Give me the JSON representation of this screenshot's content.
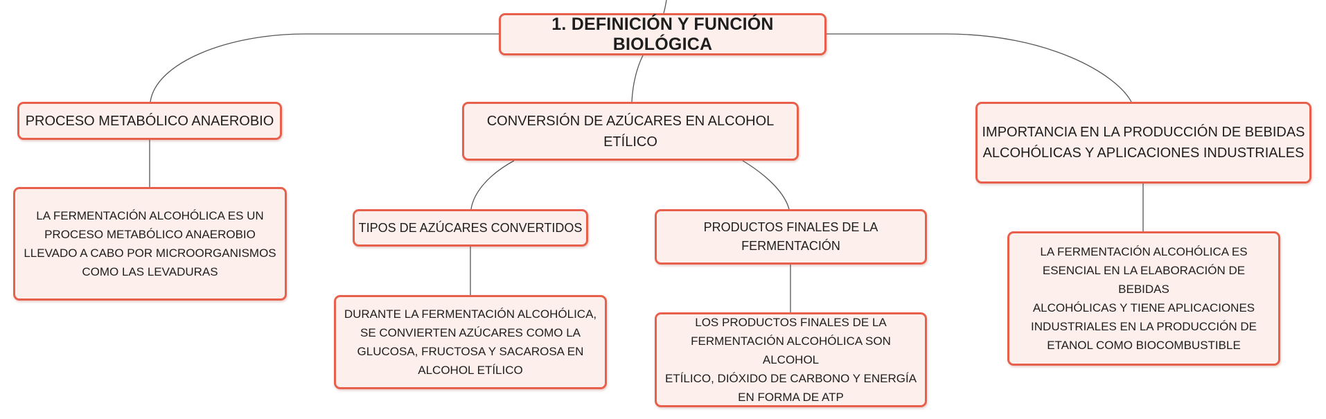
{
  "diagram": {
    "root": {
      "label": "1. DEFINICIÓN Y FUNCIÓN BIOLÓGICA"
    },
    "branches": [
      {
        "label": "PROCESO METABÓLICO ANAEROBIO",
        "detail": "LA FERMENTACIÓN ALCOHÓLICA ES UN\nPROCESO METABÓLICO ANAEROBIO\nLLEVADO A CABO POR MICROORGANISMOS\nCOMO LAS LEVADURAS"
      },
      {
        "label": "CONVERSIÓN DE AZÚCARES EN ALCOHOL ETÍLICO",
        "children": [
          {
            "label": "TIPOS DE AZÚCARES CONVERTIDOS",
            "detail": "DURANTE LA FERMENTACIÓN ALCOHÓLICA,\nSE CONVIERTEN AZÚCARES COMO LA\nGLUCOSA, FRUCTOSA Y SACAROSA EN\nALCOHOL ETÍLICO"
          },
          {
            "label": "PRODUCTOS FINALES DE LA FERMENTACIÓN",
            "detail": "LOS PRODUCTOS FINALES DE LA\nFERMENTACIÓN ALCOHÓLICA SON ALCOHOL\nETÍLICO, DIÓXIDO DE CARBONO Y ENERGÍA\nEN FORMA DE ATP"
          }
        ]
      },
      {
        "label": "IMPORTANCIA EN LA PRODUCCIÓN DE BEBIDAS\nALCOHÓLICAS Y APLICACIONES INDUSTRIALES",
        "detail": "LA FERMENTACIÓN ALCOHÓLICA ES\nESENCIAL EN LA ELABORACIÓN DE BEBIDAS\nALCOHÓLICAS Y TIENE APLICACIONES\nINDUSTRIALES EN LA PRODUCCIÓN DE\nETANOL COMO BIOCOMBUSTIBLE"
      }
    ]
  },
  "colors": {
    "node_border": "#e8604c",
    "node_fill": "#fdf0ec",
    "connector": "#555555",
    "text": "#1e1e1e"
  }
}
